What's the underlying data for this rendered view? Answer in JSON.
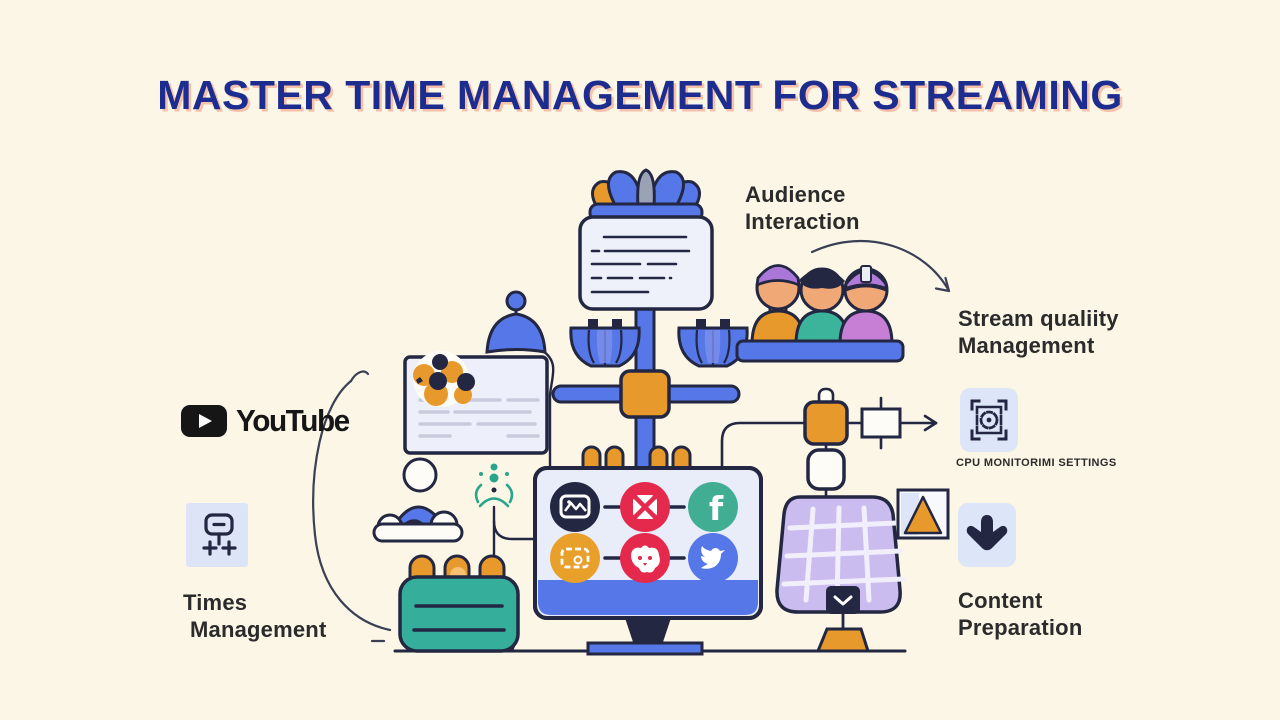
{
  "title": "MASTER TIME MANAGEMENT FOR STREAMING",
  "youtube": {
    "wordmark": "YouTube"
  },
  "labels": {
    "audience": {
      "line1": "Audience",
      "line2": "Interaction"
    },
    "stream_quality": {
      "line1": "Stream qualiity",
      "line2": "Management"
    },
    "times": {
      "line1": "Times",
      "line2": "Management"
    },
    "content": {
      "line1": "Content",
      "line2": "Preparation"
    },
    "cpu_caption": "CPU MONITORIMI SETTINGS"
  },
  "icons": {
    "youtube_play": "youtube-play-icon",
    "times_tile": "flowchart-icon",
    "cpu_tile": "cpu-chip-icon",
    "content_tile": "down-arrow-icon",
    "picture_tile": "mountain-image-icon",
    "monitor_social": [
      "image-photo-icon",
      "close-x-icon",
      "facebook-icon",
      "video-screen-icon",
      "mascot-face-icon",
      "twitter-bird-icon"
    ]
  },
  "colors": {
    "background": "#FBF6E6",
    "title": "#1D2D8F",
    "title_shadow": "#F2A48C",
    "outline_navy": "#232742",
    "blue": "#5577E8",
    "orange": "#E8992B",
    "teal": "#35AE9B",
    "red": "#E5294C",
    "purple_panel": "#CBBCF0",
    "tile_bg": "#DCE6F8",
    "label_text": "#2B2B2B",
    "skin": "#F0A876"
  }
}
